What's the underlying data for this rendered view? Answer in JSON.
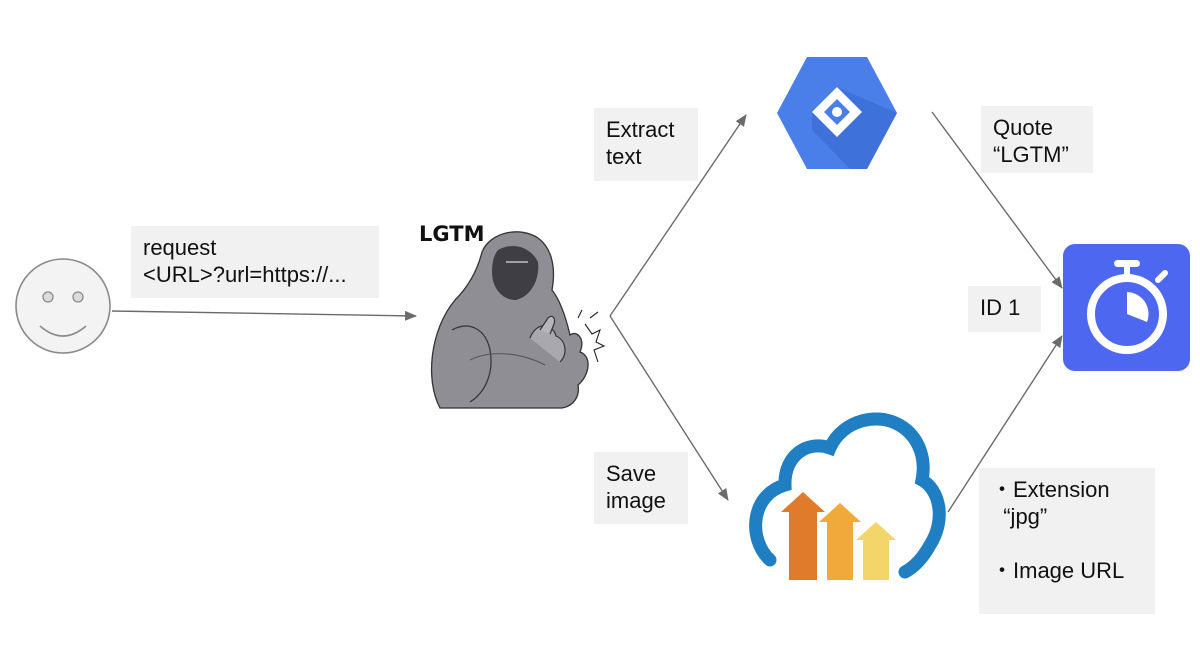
{
  "labels": {
    "request": [
      "request",
      "<URL>?url=https://..."
    ],
    "extract": [
      "Extract",
      "text"
    ],
    "quote": [
      "Quote",
      "“LGTM”"
    ],
    "id": [
      "ID 1"
    ],
    "save": [
      "Save",
      "image"
    ],
    "meta": [
      "・Extension",
      "  “jpg”",
      "",
      "・Image URL"
    ]
  },
  "gorilla_caption": "LGTM",
  "colors": {
    "vision_blue": "#4a7ee8",
    "vision_dark": "#3b6fd6",
    "timer_blue": "#4e67f0",
    "cloud_blue": "#1f7fc2",
    "arrow_orange": "#e07b2c",
    "arrow_yellow": "#f2a93b",
    "arrow_light": "#f4d56a",
    "label_bg": "#f1f1f1",
    "line": "#6b6b6b"
  },
  "icons": {
    "user": "smiley-face-icon",
    "gorilla": "gorilla-thumbs-up-icon",
    "vision": "cloud-vision-icon",
    "timer": "stopwatch-icon",
    "storage": "cloud-upload-icon"
  }
}
